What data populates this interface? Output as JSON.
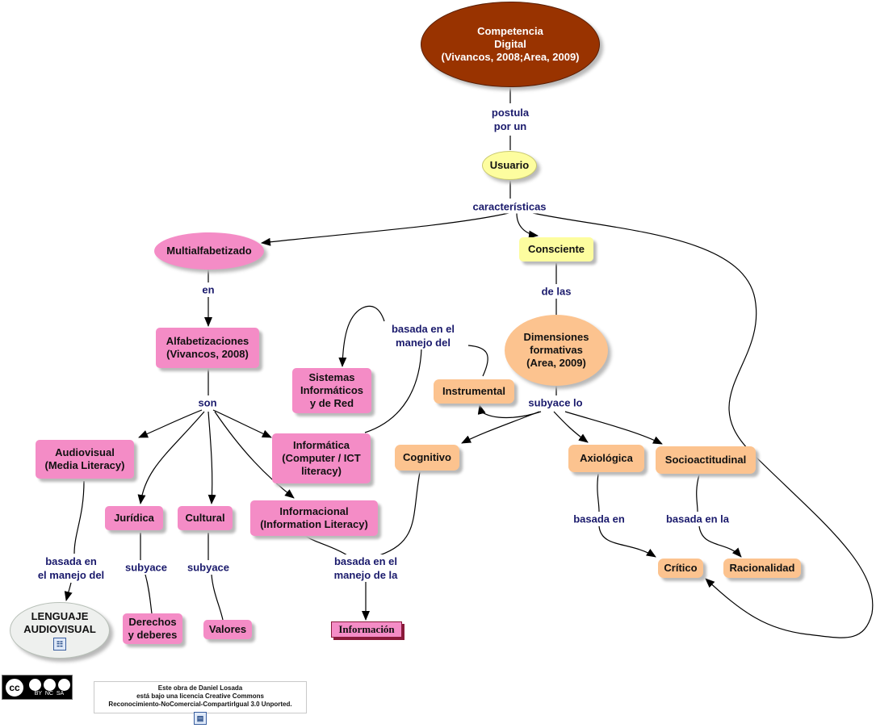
{
  "nodes": {
    "competencia": "Competencia\nDigital\n(Vivancos, 2008;Area, 2009)",
    "usuario": "Usuario",
    "multialfabetizado": "Multialfabetizado",
    "consciente": "Consciente",
    "alfabetizaciones": "Alfabetizaciones\n(Vivancos, 2008)",
    "sistemas": "Sistemas\nInformáticos\ny de Red",
    "dimensiones": "Dimensiones\nformativas\n(Area, 2009)",
    "instrumental": "Instrumental",
    "audiovisual": "Audiovisual\n(Media Literacy)",
    "informatica": "Informática\n(Computer / ICT\nliteracy)",
    "cognitivo": "Cognitivo",
    "axiologica": "Axiológica",
    "socioactitudinal": "Socioactitudinal",
    "juridica": "Jurídica",
    "cultural": "Cultural",
    "informacional": "Informacional\n(Information Literacy)",
    "critico": "Crítico",
    "racionalidad": "Racionalidad",
    "lenguaje": "LENGUAJE\nAUDIOVISUAL",
    "derechos": "Derechos\ny deberes",
    "valores": "Valores",
    "informacion": "Información"
  },
  "links": {
    "postula": "postula\npor un",
    "caracteristicas": "características",
    "en": "en",
    "de_las": "de las",
    "basada_manejo_del": "basada en el\nmanejo del",
    "son": "son",
    "subyace_lo": "subyace lo",
    "basada_manejo_del_av": "basada en\nel manejo del",
    "subyace_1": "subyace",
    "subyace_2": "subyace",
    "basada_manejo_de_la": "basada en el\nmanejo de la",
    "basada_en": "basada en",
    "basada_en_la": "basada en la"
  },
  "license": {
    "cc_text": "cc",
    "cc_terms": "BY  NC  SA",
    "notice": "Este obra de Daniel Losada\nestá bajo una licencia Creative Commons\nReconocimiento-NoComercial-CompartirIgual 3.0 Unported."
  },
  "icons": [
    "map-resource-icon",
    "document-resource-icon"
  ],
  "colors": {
    "pink": "#f48cc6",
    "orange": "#fcc38f",
    "yellow": "#fdfd9f",
    "brown": "#993300",
    "label": "#1a1a6c"
  }
}
